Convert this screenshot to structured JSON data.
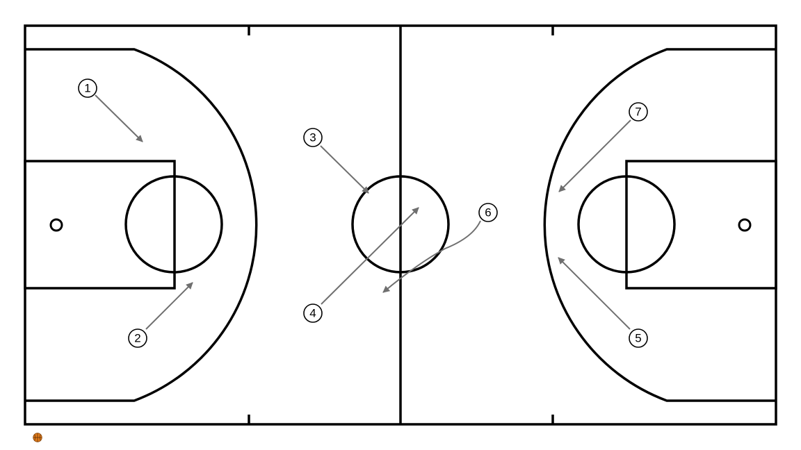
{
  "court": {
    "line_color": "#000000",
    "background": "#ffffff",
    "arrow_color": "#6f6f6f"
  },
  "players": [
    {
      "label": "1"
    },
    {
      "label": "2"
    },
    {
      "label": "3"
    },
    {
      "label": "4"
    },
    {
      "label": "5"
    },
    {
      "label": "6"
    },
    {
      "label": "7"
    }
  ],
  "footer": {
    "icon": "basketball-icon",
    "icon_color": "#e07b1a"
  }
}
